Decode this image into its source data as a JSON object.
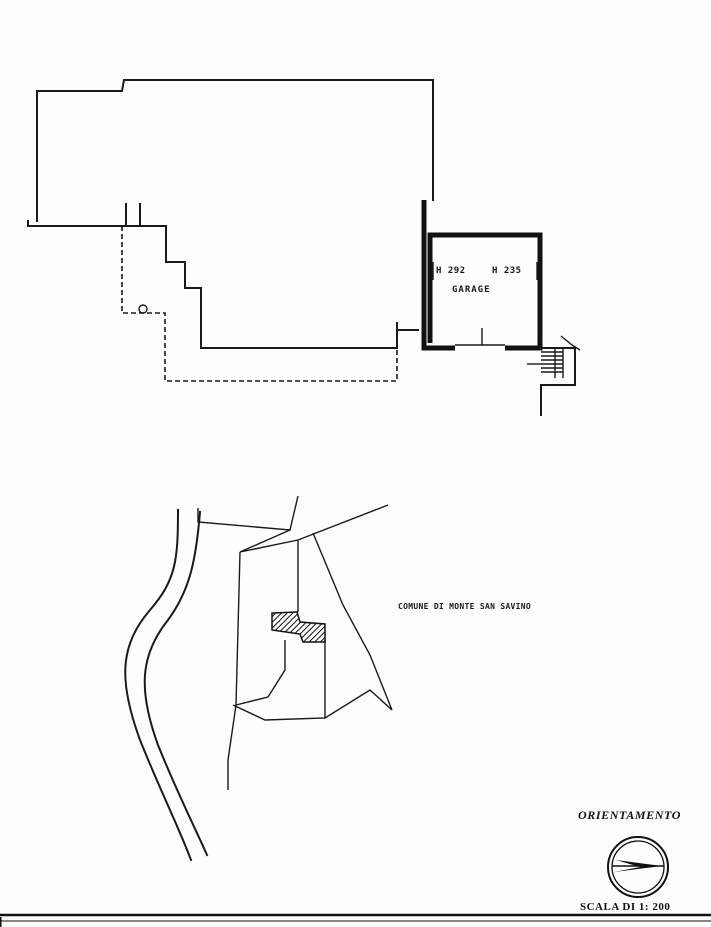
{
  "floor_plan": {
    "room_label": "GARAGE",
    "height_left": "H 292",
    "height_right": "H 235"
  },
  "location_map": {
    "municipality_label": "COMUNE DI MONTE SAN SAVINO"
  },
  "orientation": {
    "title": "ORIENTAMENTO",
    "icon": "compass-icon"
  },
  "scale": {
    "label": "SCALA DI 1: 200"
  }
}
